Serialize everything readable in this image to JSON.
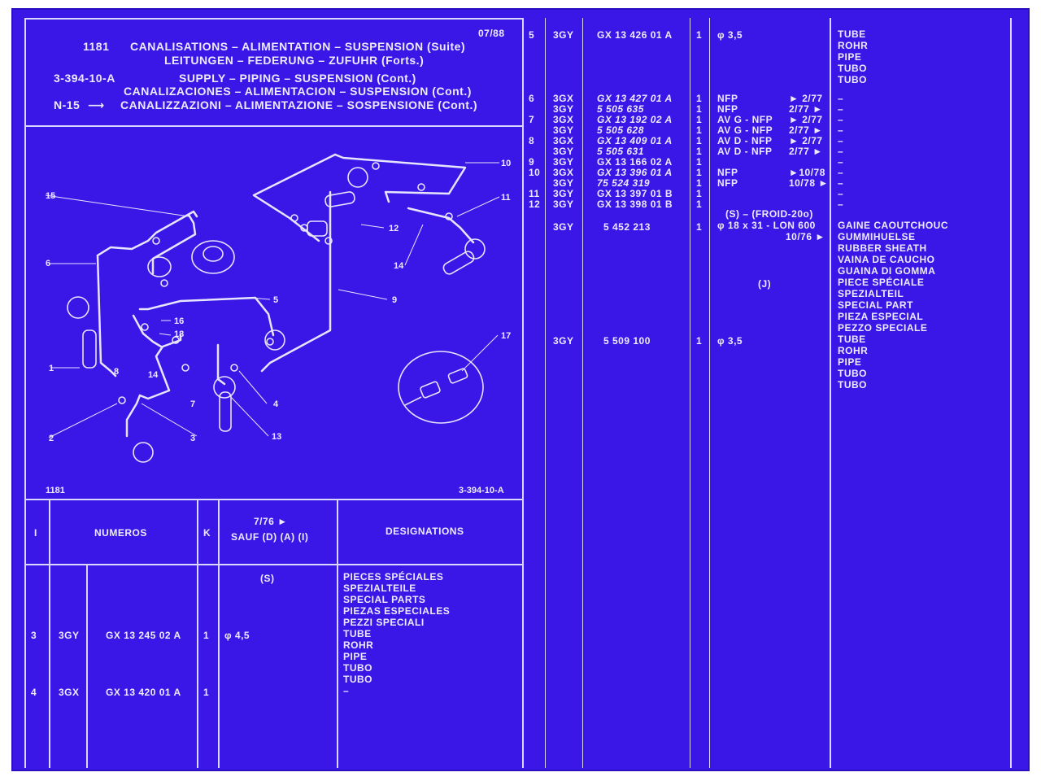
{
  "header": {
    "page_code": "1181",
    "date": "07/88",
    "ref_code": "3-394-10-A",
    "sub_code": "N-15",
    "title_fr": "CANALISATIONS – ALIMENTATION – SUSPENSION (Suite)",
    "title_de": "LEITUNGEN – FEDERUNG – ZUFUHR (Forts.)",
    "title_en": "SUPPLY – PIPING – SUSPENSION (Cont.)",
    "title_es": "CANALIZACIONES – ALIMENTACION – SUSPENSION (Cont.)",
    "title_it": "CANALIZZAZIONI – ALIMENTAZIONE – SOSPENSIONE (Cont.)"
  },
  "diagram": {
    "footer_left": "1181",
    "footer_right": "3-394-10-A",
    "callouts": [
      "1",
      "2",
      "3",
      "4",
      "5",
      "6",
      "7",
      "8",
      "9",
      "10",
      "11",
      "12",
      "13",
      "14",
      "14",
      "15",
      "16",
      "17",
      "18"
    ]
  },
  "table_header": {
    "col_index": "I",
    "col_numeros": "NUMEROS",
    "col_k": "K",
    "col_date": "7/76 ►",
    "col_sauf": "SAUF (D) (A) (I)",
    "col_designations": "DESIGNATIONS"
  },
  "left_rows": {
    "s_marker": "(S)",
    "pieces": [
      "PIECES SPÉCIALES",
      "SPEZIALTEILE",
      "SPECIAL PARTS",
      "PIEZAS ESPECIALES",
      "PEZZI SPECIALI"
    ],
    "row3": {
      "idx": "3",
      "prefix": "3GY",
      "number": "GX 13 245 02 A",
      "qty": "1",
      "spec": "φ 4,5"
    },
    "tube_words": [
      "TUBE",
      "ROHR",
      "PIPE",
      "TUBO",
      "TUBO"
    ],
    "row4": {
      "idx": "4",
      "prefix": "3GX",
      "number": "GX 13 420 01 A",
      "qty": "1",
      "desig": "–"
    }
  },
  "right_rows": {
    "row5": {
      "idx": "5",
      "prefix": "3GY",
      "number": "GX 13 426 01 A",
      "qty": "1",
      "spec": "φ 3,5"
    },
    "row5_desig": [
      "TUBE",
      "ROHR",
      "PIPE",
      "TUBO",
      "TUBO"
    ],
    "items": [
      {
        "idx": "6",
        "prefix": "3GX",
        "number": "GX 13 427 01 A",
        "qty": "1",
        "note": "NFP",
        "date": "► 2/77",
        "desig": "–"
      },
      {
        "idx": "",
        "prefix": "3GY",
        "number": "5 505 635",
        "qty": "1",
        "note": "NFP",
        "date": "2/77 ►",
        "desig": "–"
      },
      {
        "idx": "7",
        "prefix": "3GX",
        "number": "GX 13 192 02 A",
        "qty": "1",
        "note": "AV G - NFP",
        "date": "► 2/77",
        "desig": "–"
      },
      {
        "idx": "",
        "prefix": "3GY",
        "number": "5 505 628",
        "qty": "1",
        "note": "AV G - NFP",
        "date": "2/77 ►",
        "desig": "–"
      },
      {
        "idx": "8",
        "prefix": "3GX",
        "number": "GX 13 409 01 A",
        "qty": "1",
        "note": "AV D - NFP",
        "date": "► 2/77",
        "desig": "–"
      },
      {
        "idx": "",
        "prefix": "3GY",
        "number": "5 505 631",
        "qty": "1",
        "note": "AV D - NFP",
        "date": "2/77 ►",
        "desig": "–"
      },
      {
        "idx": "9",
        "prefix": "3GY",
        "number": "GX 13 166 02 A",
        "qty": "1",
        "note": "",
        "date": "",
        "desig": "–"
      },
      {
        "idx": "10",
        "prefix": "3GX",
        "number": "GX 13 396 01 A",
        "qty": "1",
        "note": "NFP",
        "date": "►10/78",
        "desig": "–"
      },
      {
        "idx": "",
        "prefix": "3GY",
        "number": "75 524 319",
        "qty": "1",
        "note": "NFP",
        "date": "10/78 ►",
        "desig": "–"
      },
      {
        "idx": "11",
        "prefix": "3GY",
        "number": "GX 13 397 01 B",
        "qty": "1",
        "note": "",
        "date": "",
        "desig": "–"
      },
      {
        "idx": "12",
        "prefix": "3GY",
        "number": "GX 13 398 01 B",
        "qty": "1",
        "note": "",
        "date": "",
        "desig": "–"
      }
    ],
    "gaine": {
      "s_note": "(S) – (FROID-20o)",
      "prefix": "3GY",
      "number": "5 452 213",
      "qty": "1",
      "spec": "φ 18 x 31 - LON 600",
      "date": "10/76 ►"
    },
    "gaine_desig": [
      "GAINE CAOUTCHOUC",
      "GUMMIHUELSE",
      "RUBBER SHEATH",
      "VAINA DE CAUCHO",
      "GUAINA DI GOMMA"
    ],
    "j_marker": "(J)",
    "piece_desig": [
      "PIECE SPÉCIALE",
      "SPEZIALTEIL",
      "SPECIAL PART",
      "PIEZA ESPECIAL",
      "PEZZO SPECIALE"
    ],
    "last": {
      "prefix": "3GY",
      "number": "5 509 100",
      "qty": "1",
      "spec": "φ 3,5"
    },
    "last_desig": [
      "TUBE",
      "ROHR",
      "PIPE",
      "TUBO",
      "TUBO"
    ]
  },
  "colors": {
    "paper": "#3a17e6",
    "ink": "#ecebff"
  }
}
